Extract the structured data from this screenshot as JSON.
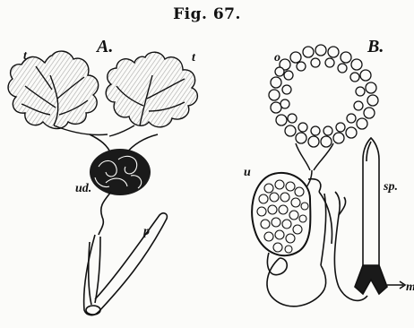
{
  "figure": {
    "caption": "Fig. 67.",
    "ink_color": "#111111",
    "paper_color": "#fbfbf9"
  },
  "panel_a": {
    "letter": "A.",
    "labels": {
      "left_tuft": "t",
      "right_tuft": "t",
      "coiled_mass": "ud.",
      "sac": "p"
    }
  },
  "panel_b": {
    "letter": "B.",
    "labels": {
      "ring": "o",
      "sac": "u",
      "organ": "sp.",
      "base": "m"
    }
  }
}
